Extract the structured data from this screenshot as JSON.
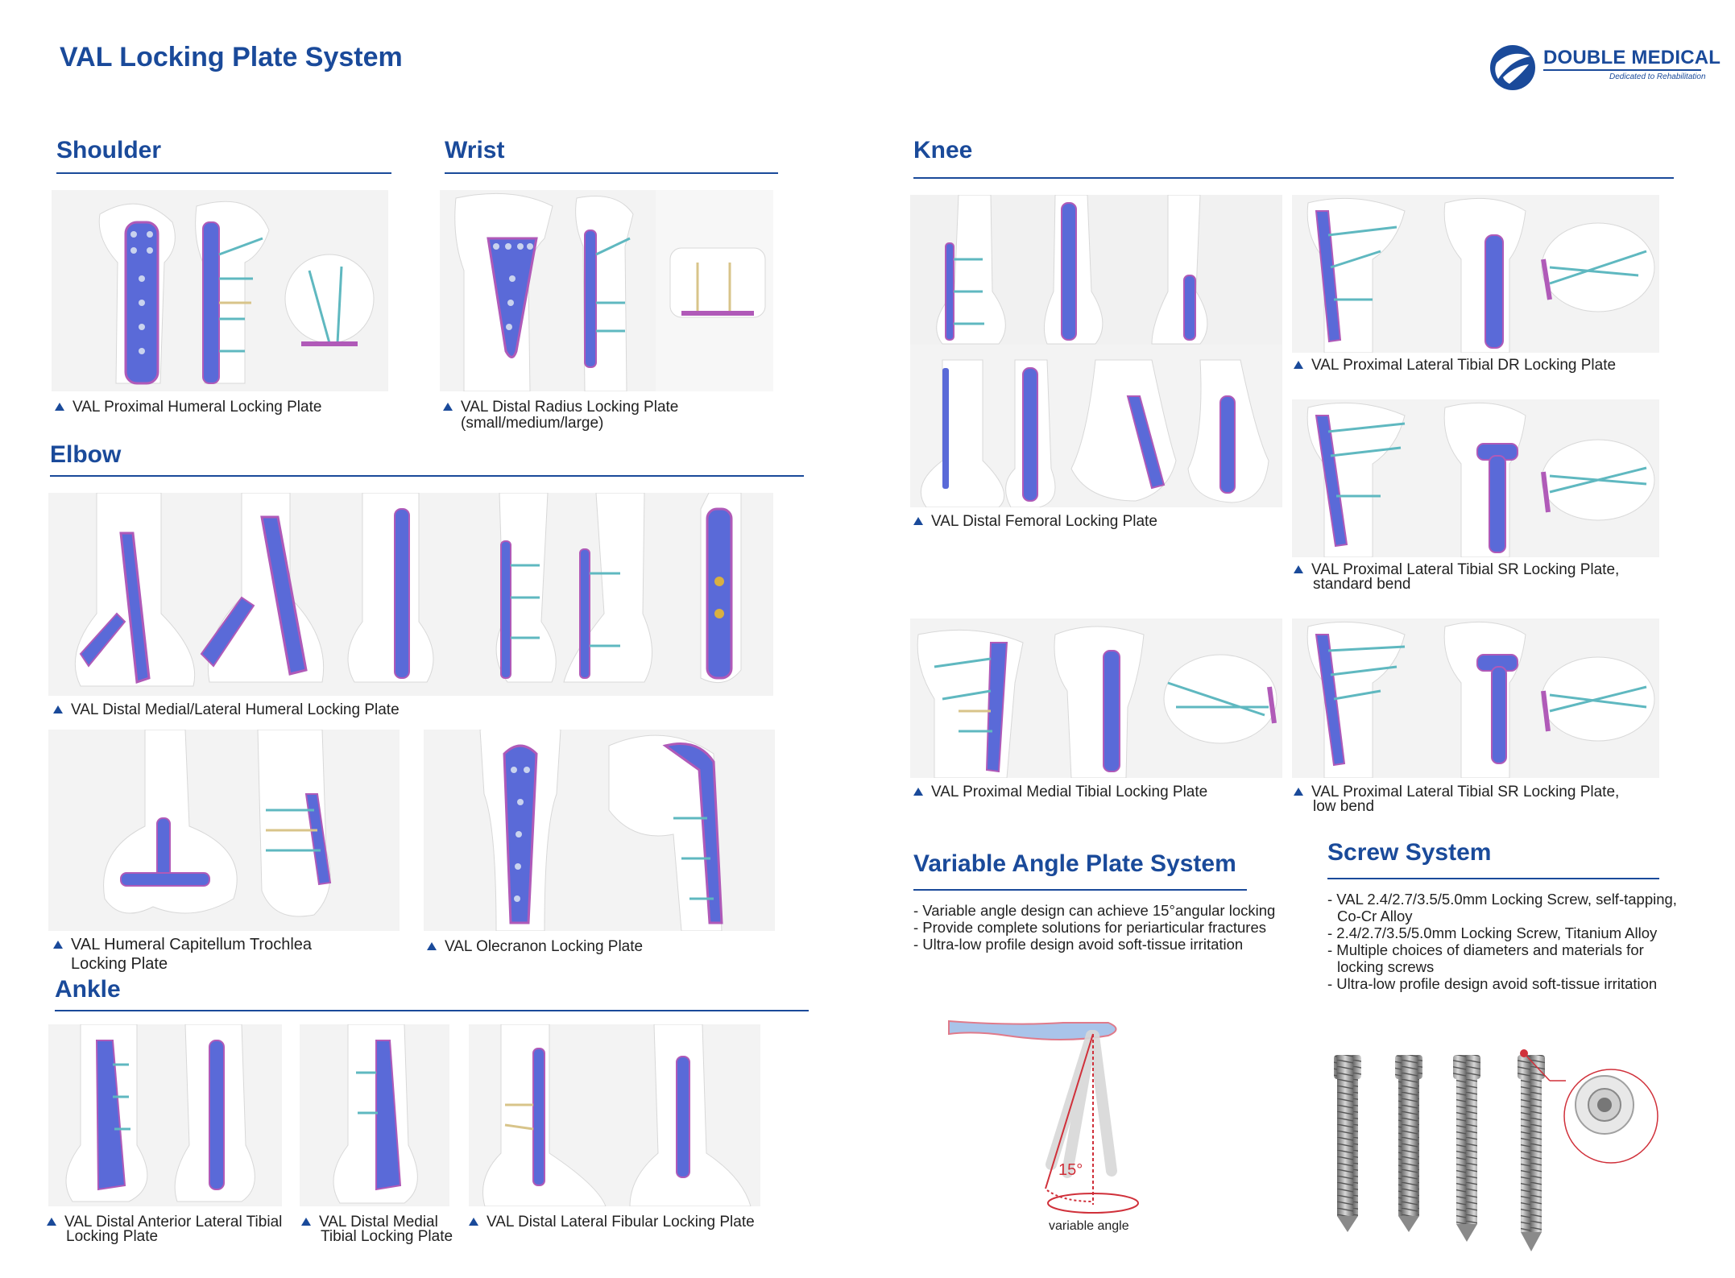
{
  "header": {
    "title": "VAL Locking Plate System",
    "logo_name": "DOUBLE MEDICAL",
    "logo_tagline": "Dedicated to Rehabilitation"
  },
  "sections": {
    "shoulder": "Shoulder",
    "wrist": "Wrist",
    "knee": "Knee",
    "elbow": "Elbow",
    "ankle": "Ankle",
    "variable_angle": "Variable Angle Plate System",
    "screw": "Screw System"
  },
  "captions": {
    "humeral": "VAL Proximal Humeral Locking Plate",
    "radius_1": "VAL Distal Radius Locking Plate",
    "radius_2": "(small/medium/large)",
    "elbow_humeral": "VAL Distal Medial/Lateral Humeral Locking Plate",
    "capitellum_1": "VAL Humeral Capitellum Trochlea",
    "capitellum_2": "Locking Plate",
    "olecranon": "VAL Olecranon Locking Plate",
    "ant_tibial_1": "VAL Distal Anterior Lateral Tibial",
    "ant_tibial_2": "Locking Plate",
    "med_tibial_1": "VAL Distal Medial",
    "med_tibial_2": "Tibial Locking Plate",
    "fibular": "VAL Distal Lateral Fibular Locking Plate",
    "femoral": "VAL Distal Femoral Locking Plate",
    "tibial_dr": "VAL Proximal Lateral Tibial DR Locking Plate",
    "tibial_sr_std_1": "VAL Proximal Lateral Tibial SR Locking Plate,",
    "tibial_sr_std_2": "standard bend",
    "medial_tibial": "VAL Proximal Medial Tibial Locking Plate",
    "tibial_sr_low_1": "VAL Proximal Lateral Tibial SR Locking Plate,",
    "tibial_sr_low_2": "low bend"
  },
  "variable_angle_points": [
    "- Variable angle design can achieve 15°angular locking",
    "- Provide complete solutions for periarticular fractures",
    "- Ultra-low profile design avoid soft-tissue irritation"
  ],
  "screw_points": [
    "- VAL 2.4/2.7/3.5/5.0mm Locking Screw, self-tapping,",
    "  Co-Cr Alloy",
    "- 2.4/2.7/3.5/5.0mm Locking Screw, Titanium Alloy",
    "- Multiple choices of diameters and materials for",
    "  locking screws",
    "- Ultra-low profile design avoid soft-tissue irritation"
  ],
  "diagram": {
    "angle_label": "15°",
    "variable_label": "variable angle"
  },
  "colors": {
    "brand": "#1a4a9a",
    "plate": "#5a6ad8",
    "plate_edge": "#b05ab8",
    "screw_teal": "#5fb8c0",
    "accent_red": "#d0303a"
  }
}
